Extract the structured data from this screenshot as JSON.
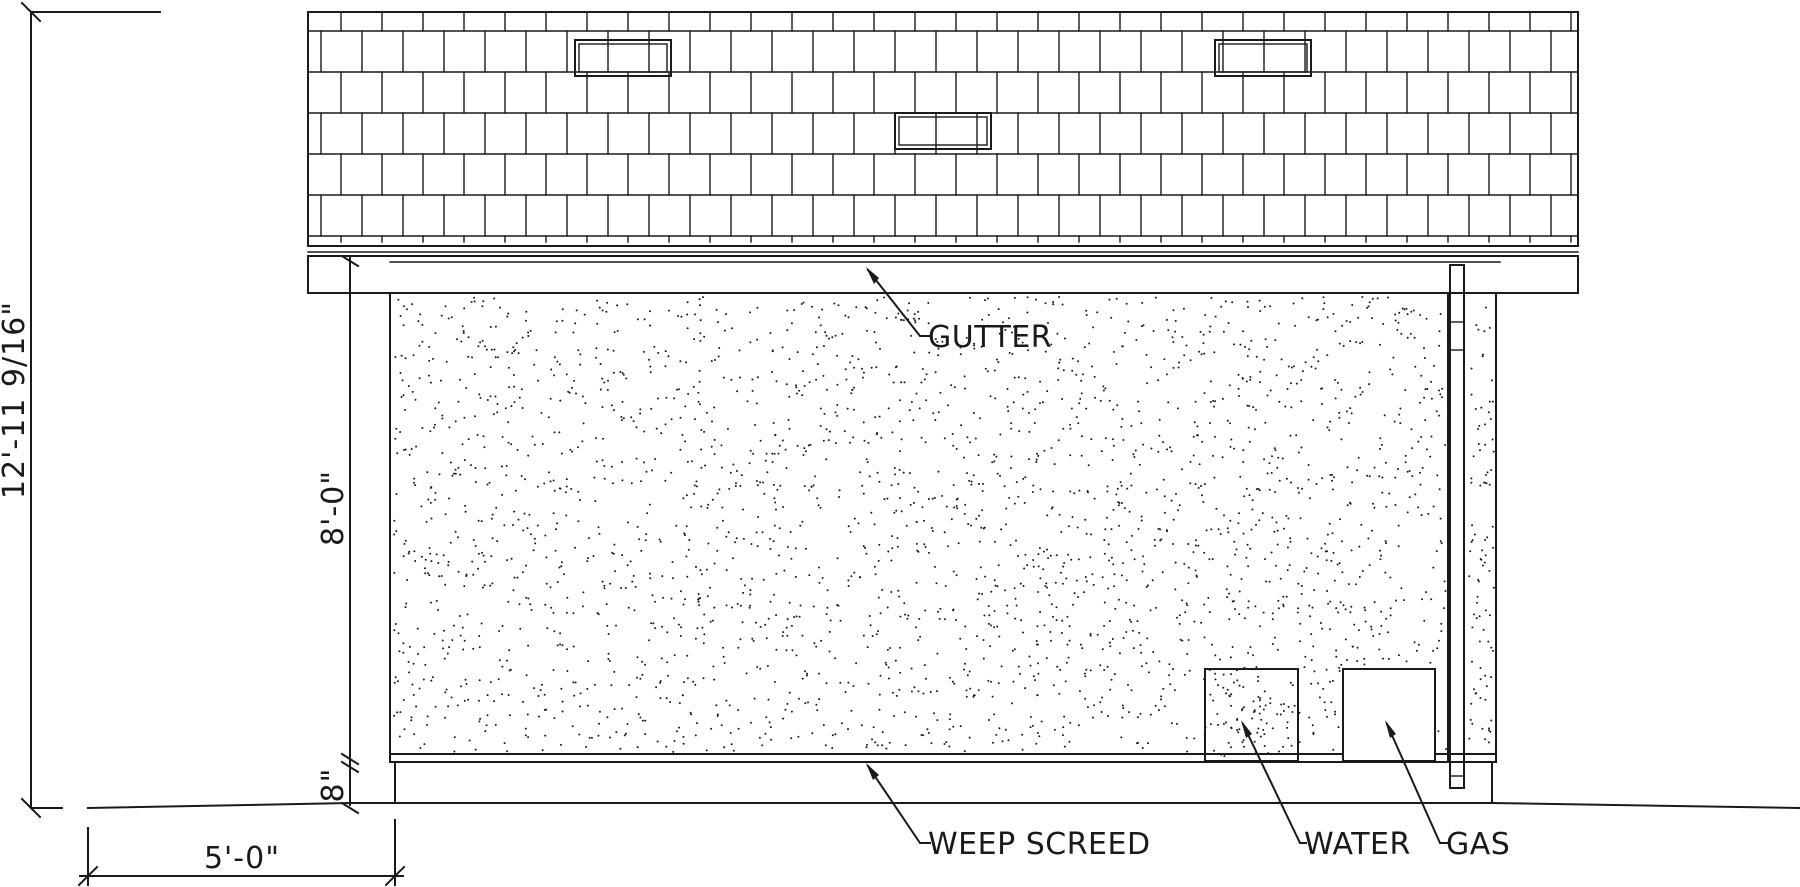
{
  "drawing": {
    "labels": {
      "gutter": "GUTTER",
      "weep_screed": "WEEP SCREED",
      "water": "WATER",
      "gas": "GAS"
    },
    "dimensions": {
      "overall_height": "12'-11 9/16\"",
      "wall_height": "8'-0\"",
      "base_height": "8\"",
      "offset": "5'-0\""
    },
    "colors": {
      "line": "#1a1a1a",
      "background": "#ffffff"
    }
  }
}
